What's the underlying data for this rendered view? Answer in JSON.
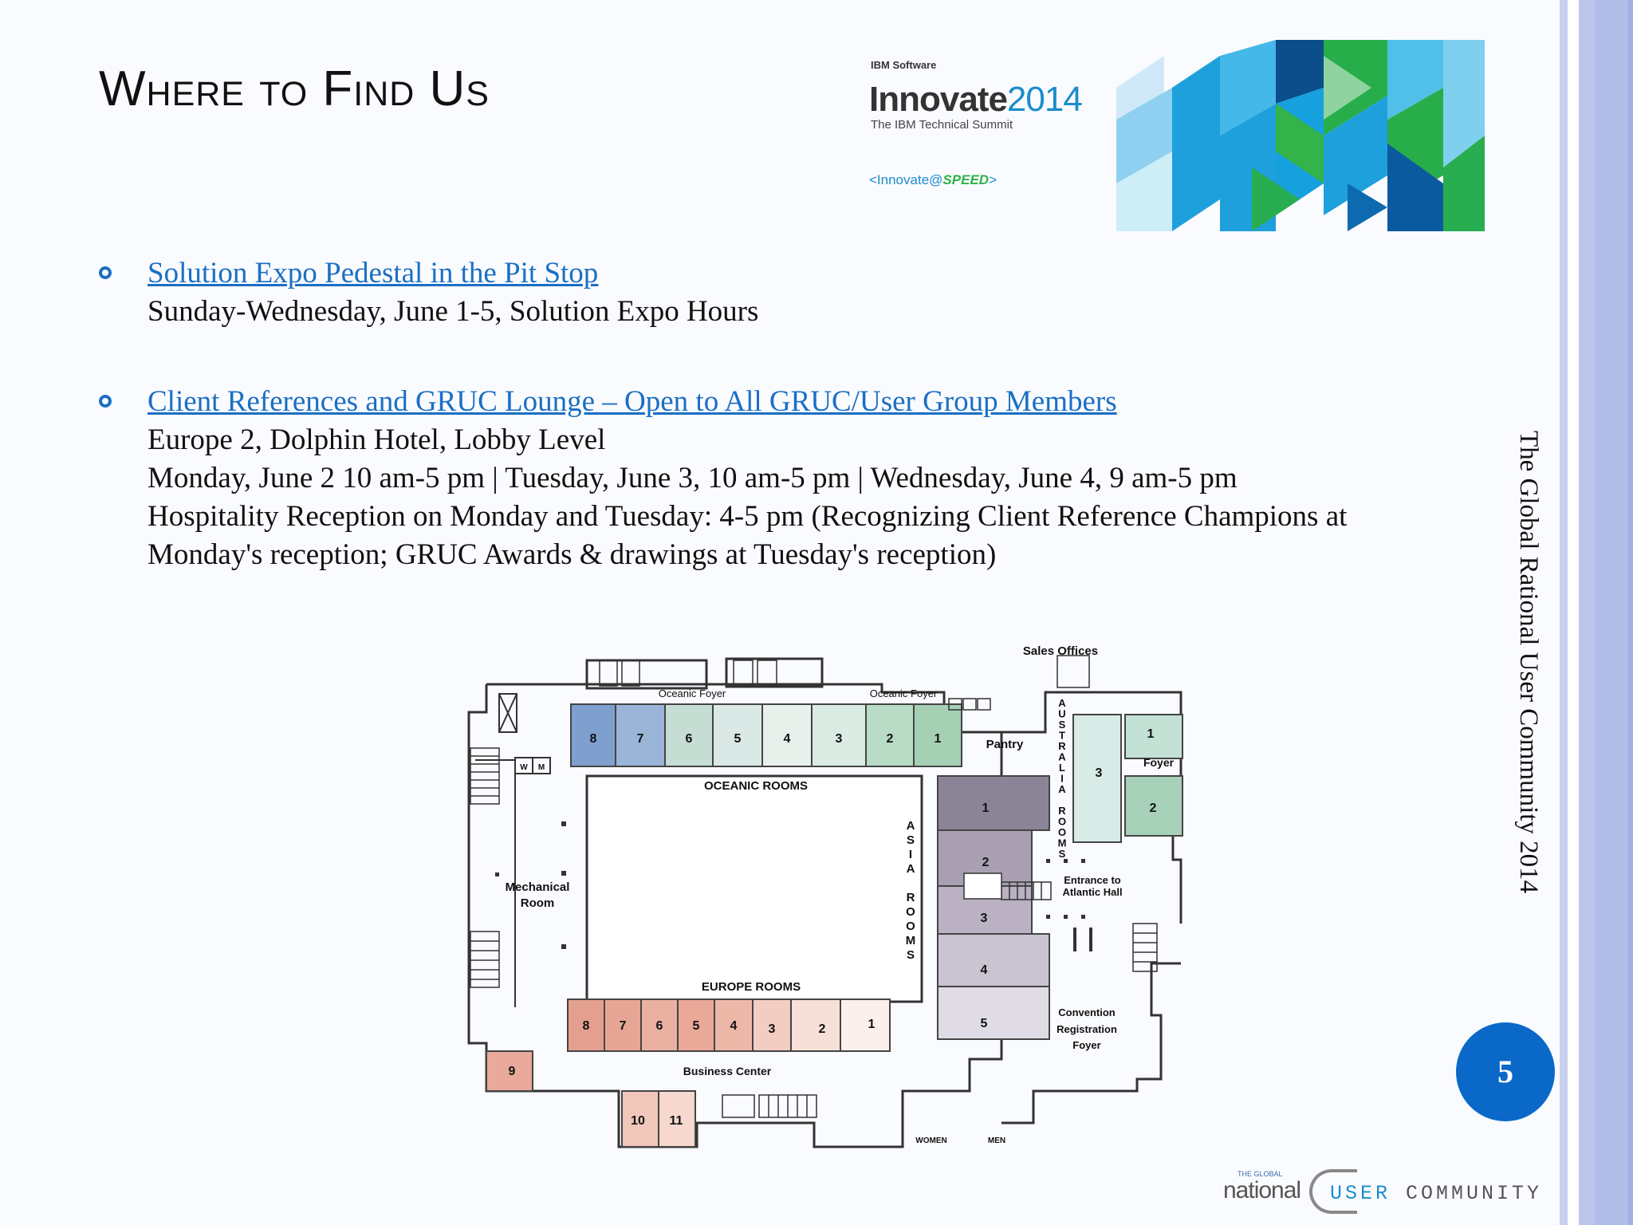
{
  "slide": {
    "title": "Where to Find Us",
    "page_number": "5",
    "side_text": "The Global Rational User Community 2014"
  },
  "logo": {
    "brand": "IBM Software",
    "product": "Innovate",
    "year": "2014",
    "subtitle": "The IBM Technical Summit",
    "tagline_a": "<Innovate",
    "tagline_at": "@",
    "tagline_b": "SPEED",
    "tagline_c": ">"
  },
  "bullets": [
    {
      "link": "Solution Expo Pedestal in the Pit Stop",
      "lines": [
        "Sunday-Wednesday, June 1-5, Solution Expo Hours"
      ]
    },
    {
      "link": "Client References and GRUC Lounge – Open to All GRUC/User Group Members",
      "lines": [
        "Europe 2, Dolphin Hotel, Lobby Level",
        "Monday, June 2 10 am-5 pm | Tuesday, June 3, 10 am-5 pm | Wednesday, June 4, 9 am-5 pm",
        "Hospitality Reception on Monday and Tuesday: 4-5 pm (Recognizing Client Reference Champions at",
        "Monday's reception; GRUC Awards & drawings at Tuesday's reception)"
      ]
    }
  ],
  "floor_plan": {
    "sales_offices": "Sales Offices",
    "oceanic_foyer": "Oceanic Foyer",
    "oceanic_rooms": "OCEANIC ROOMS",
    "europe_rooms": "EUROPE ROOMS",
    "asia_rooms": "ASIA ROOMS",
    "australia_rooms": "AUSTRALIA ROOMS",
    "pantry": "Pantry",
    "foyer": "Foyer",
    "mechanical_room": [
      "Mechanical",
      "Room"
    ],
    "entrance": [
      "Entrance to",
      "Atlantic Hall"
    ],
    "convention": [
      "Convention",
      "Registration",
      "Foyer"
    ],
    "business_center": "Business Center",
    "women": "WOMEN",
    "men": "MEN",
    "w": "W",
    "m": "M",
    "oceanic_numbers": [
      "8",
      "7",
      "6",
      "5",
      "4",
      "3",
      "2",
      "1"
    ],
    "europe_numbers": [
      "8",
      "7",
      "6",
      "5",
      "4",
      "3",
      "2",
      "1"
    ],
    "asia_numbers": [
      "1",
      "2",
      "3",
      "4",
      "5"
    ],
    "australia_numbers": [
      "3",
      "1",
      "2"
    ],
    "extra_numbers": [
      "9",
      "10",
      "11"
    ]
  },
  "footer": {
    "small": "THE GLOBAL",
    "rational": "national",
    "user": "USER",
    "community": " COMMUNITY"
  },
  "colors": {
    "link_blue": "#1a6fc4",
    "page_circle": "#0a68c8"
  }
}
